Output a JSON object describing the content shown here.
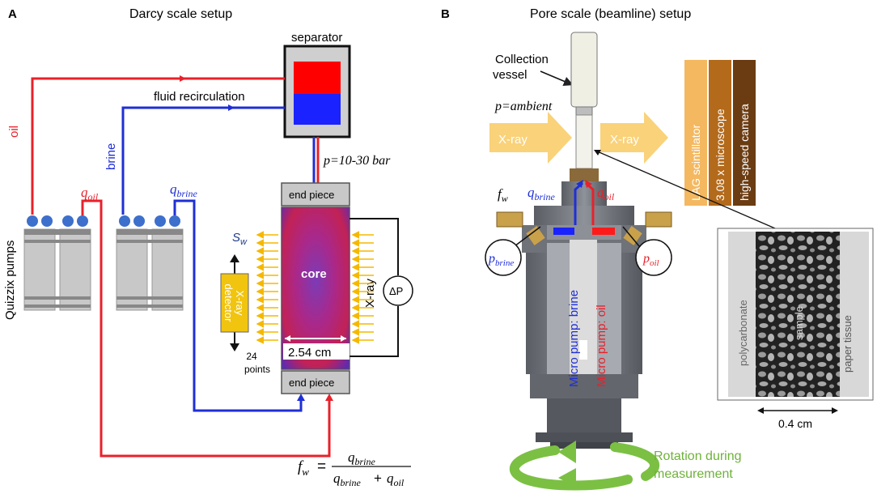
{
  "panelA": {
    "letter": "A",
    "title": "Darcy scale setup",
    "separator": "separator",
    "fluid_recirculation": "fluid recirculation",
    "oil": "oil",
    "brine": "brine",
    "q_oil": "q",
    "q_oil_sub": "oil",
    "q_brine": "q",
    "q_brine_sub": "brine",
    "pumps": "Quizzix pumps",
    "pressure": "p=10-30 bar",
    "end_piece_top": "end piece",
    "end_piece_bottom": "end piece",
    "core": "core",
    "sw": "S",
    "sw_sub": "w",
    "xray": "X-ray",
    "detector_line1": "X-ray",
    "detector_line2": "detector",
    "delta_p": "ΔP",
    "width": "2.54 cm",
    "points_line1": "24",
    "points_line2": "points",
    "fw_lhs": "f",
    "fw_lhs_sub": "w",
    "fw_eq": "=",
    "fw_num": "q",
    "fw_num_sub": "brine",
    "fw_den1": "q",
    "fw_den1_sub": "brine",
    "fw_plus": "+",
    "fw_den2": "q",
    "fw_den2_sub": "oil"
  },
  "panelB": {
    "letter": "B",
    "title": "Pore scale (beamline) setup",
    "collection_line1": "Collection",
    "collection_line2": "vessel",
    "p_ambient": "p=ambient",
    "xray_left": "X-ray",
    "xray_right": "X-ray",
    "detector_stack": [
      "LAG scintillator",
      "3.08 x microscope",
      "high-speed camera"
    ],
    "fw": "f",
    "fw_sub": "w",
    "q_brine": "q",
    "q_brine_sub": "brine",
    "q_oil": "q",
    "q_oil_sub": "oil",
    "p_brine": "p",
    "p_brine_sub": "brine",
    "p_oil": "p",
    "p_oil_sub": "oil",
    "micro_brine": "Micro pump: brine",
    "micro_oil": "Micro pump: oil",
    "polycarbonate": "polycarbonate",
    "sample": "sample",
    "paper_tissue": "paper tissue",
    "scale": "0.4 cm",
    "rotation_line1": "Rotation during",
    "rotation_line2": "measurement"
  },
  "colors": {
    "oil": "#e8212b",
    "brine": "#1f2fd6",
    "arrow_yellow": "#f5b800",
    "detector_yellow": "#f1c40f",
    "xray_light": "#f9d27a",
    "green": "#6fb23a",
    "dark": "#222222"
  }
}
